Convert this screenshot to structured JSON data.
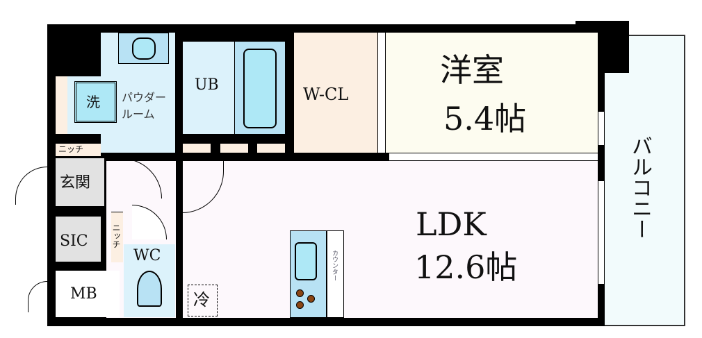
{
  "rooms": {
    "western_room": {
      "name": "洋室",
      "size": "5.4帖"
    },
    "ldk": {
      "name": "LDK",
      "size": "12.6帖"
    },
    "walk_in_closet": "W-CL",
    "unit_bath": "UB",
    "powder_room": {
      "line1": "パウダー",
      "line2": "ルーム"
    },
    "washer": "洗",
    "entrance": "玄関",
    "niche_top": "ニッチ",
    "niche_side": "ニッチ",
    "shoe_closet": "SIC",
    "meter_box": "MB",
    "toilet": "WC",
    "fridge": "冷",
    "counter": "カウンター",
    "balcony": "バルコニー"
  },
  "colors": {
    "wall": "#000000",
    "wet_area": "#dcf2fb",
    "fixture": "#aee8f6",
    "closet": "#fcefe2",
    "western_room": "#fdfcf0",
    "ldk": "#fdf8fc",
    "entrance": "#e2e2e2",
    "stove": "#8b4513"
  }
}
